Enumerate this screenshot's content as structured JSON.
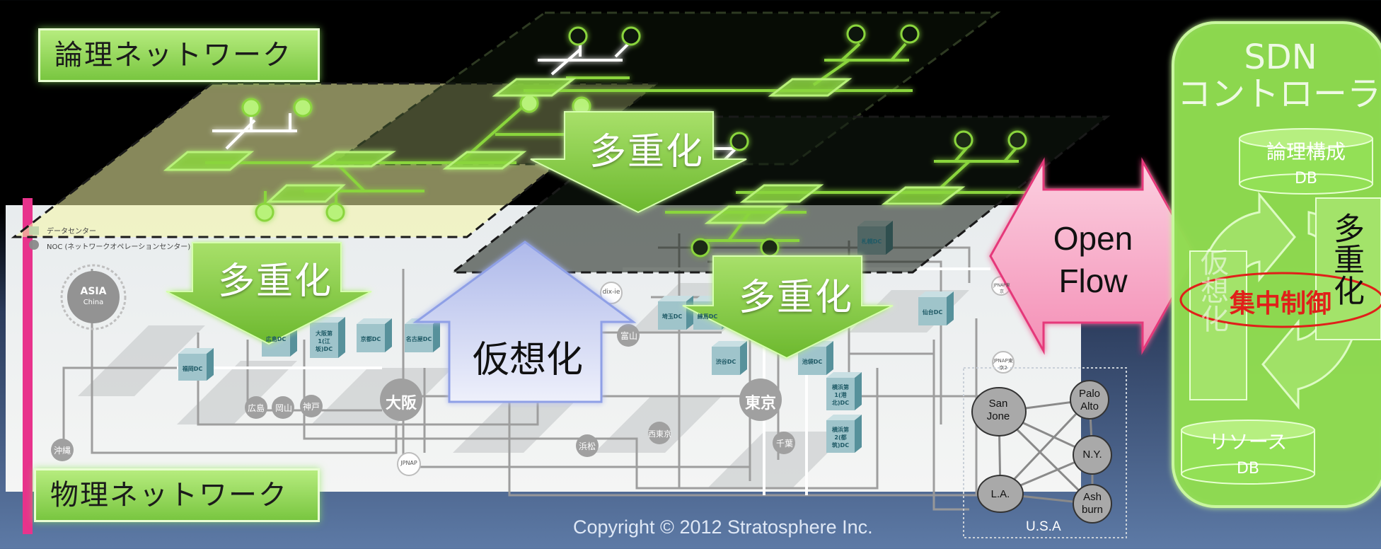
{
  "layers": {
    "logical_label": "論理ネットワーク",
    "physical_label": "物理ネットワーク"
  },
  "arrows": {
    "multiplex_top": "多重化",
    "multiplex_left": "多重化",
    "multiplex_right": "多重化",
    "virtualization": "仮想化",
    "openflow_line1": "Open",
    "openflow_line2": "Flow"
  },
  "physical_map": {
    "legend_datacenter": "データセンター",
    "legend_noc": "NOC (ネットワークオペレーションセンター)",
    "asia_line1": "ASIA",
    "asia_line2": "China",
    "osaka": "大阪",
    "tokyo": "東京",
    "small_cities": [
      "広島",
      "岡山",
      "神戸",
      "沖縄",
      "浜松",
      "西東京",
      "千葉",
      "富山"
    ],
    "datacenters": [
      "福岡DC",
      "広島DC",
      "大阪第1(江坂)DC",
      "京都DC",
      "名古屋DC",
      "埼玉DC",
      "練馬DC",
      "渋谷DC",
      "池袋DC",
      "横浜第1(港北)DC",
      "横浜第2(都筑)DC",
      "札幌DC",
      "仙台DC"
    ],
    "ix_labels": [
      "dix-ie",
      "JPNAP",
      "JPNAP東京",
      "JPNAP東京2"
    ]
  },
  "usa": {
    "label": "U.S.A",
    "nodes": {
      "san_jose": "San\nJone",
      "palo_alto": "Palo\nAlto",
      "ny": "N.Y.",
      "la": "L.A.",
      "ashburn": "Ash\nburn"
    }
  },
  "sdn": {
    "title_line1": "SDN",
    "title_line2": "コントローラ",
    "logic_db_line1": "論理構成",
    "logic_db_line2": "DB",
    "resource_db_line1": "リソース",
    "resource_db_line2": "DB",
    "virtualize_vertical": "仮想化",
    "multiplex_vertical": "多重化",
    "central_control": "集中制御"
  },
  "footer": {
    "copyright": "Copyright © 2012 Stratosphere Inc."
  },
  "colors": {
    "accent_green": "#8fe04a",
    "logical_yellow": "#f6f7a6",
    "openflow_pink": "#f7a6c4",
    "central_control_red": "#e0201a",
    "virtualize_blue": "#c7cff2"
  }
}
